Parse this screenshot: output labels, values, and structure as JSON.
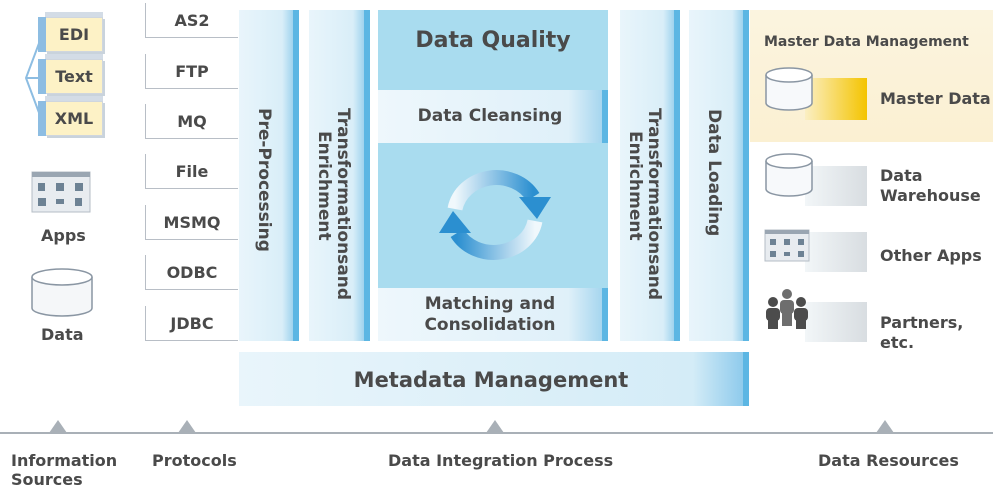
{
  "sources": {
    "docs": [
      "EDI",
      "Text",
      "XML"
    ],
    "apps_label": "Apps",
    "data_label": "Data"
  },
  "protocols": [
    "AS2",
    "FTP",
    "MQ",
    "File",
    "MSMQ",
    "ODBC",
    "JDBC"
  ],
  "process": {
    "pre_processing": "Pre-Processing",
    "transform_left": [
      "Transformations",
      "and Enrichment"
    ],
    "data_quality": "Data Quality",
    "data_cleansing": "Data Cleansing",
    "matching": [
      "Matching and",
      "Consolidation"
    ],
    "transform_right": [
      "Transformations",
      "and Enrichment"
    ],
    "data_loading": "Data Loading",
    "metadata": "Metadata Management"
  },
  "resources": {
    "mdm_title": "Master Data Management",
    "master_data": "Master Data",
    "data_warehouse": [
      "Data",
      "Warehouse"
    ],
    "other_apps": "Other Apps",
    "partners": "Partners, etc."
  },
  "footer": {
    "information_sources": [
      "Information",
      "Sources"
    ],
    "protocols": "Protocols",
    "process": "Data Integration Process",
    "resources": "Data Resources"
  },
  "colors": {
    "light_blue": "#d9eef8",
    "accent_blue": "#5cb6e3",
    "master_data_gold": "#f4c400",
    "doc_yellow": "#fdf2c6"
  }
}
